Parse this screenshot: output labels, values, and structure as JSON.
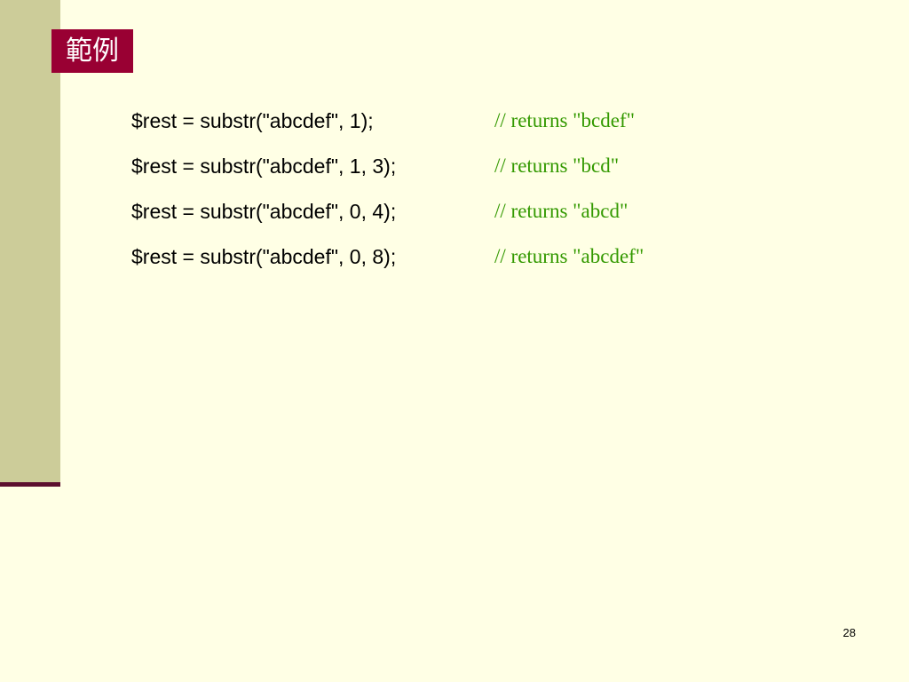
{
  "slide": {
    "title": "範例",
    "page_number": "28",
    "lines": [
      {
        "code": "$rest = substr(\"abcdef\", 1);",
        "comment": "// returns \"bcdef\""
      },
      {
        "code": "$rest = substr(\"abcdef\", 1, 3);",
        "comment": "// returns \"bcd\""
      },
      {
        "code": "$rest = substr(\"abcdef\", 0, 4);",
        "comment": "// returns \"abcd\""
      },
      {
        "code": "$rest = substr(\"abcdef\", 0, 8);",
        "comment": "// returns \"abcdef\""
      }
    ]
  },
  "colors": {
    "background": "#FFFFE5",
    "sidebar": "#CCCC99",
    "title_box": "#990033",
    "sidebar_rule": "#5C0F2E",
    "comment": "#339900"
  }
}
